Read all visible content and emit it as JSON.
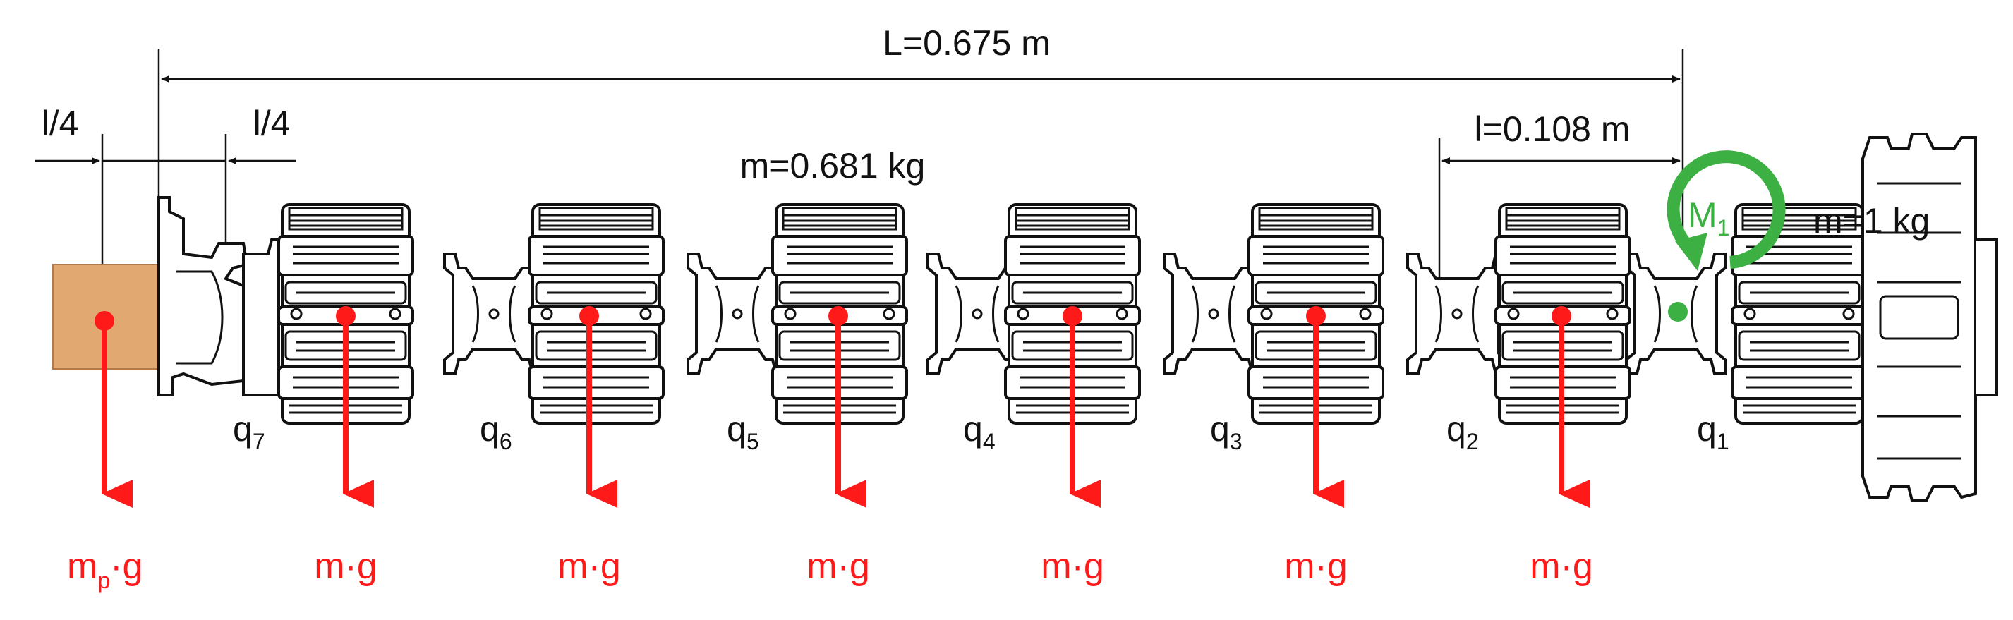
{
  "dimensions": {
    "total_length": "L=0.675 m",
    "link_length": "l=0.108 m",
    "quarter_left": "l/4",
    "quarter_right": "l/4",
    "link_mass": "m=0.681 kg",
    "end_mass": "m",
    "end_mass_suffix": "=1 kg"
  },
  "joints": [
    {
      "base": "q",
      "sub": "1"
    },
    {
      "base": "q",
      "sub": "2"
    },
    {
      "base": "q",
      "sub": "3"
    },
    {
      "base": "q",
      "sub": "4"
    },
    {
      "base": "q",
      "sub": "5"
    },
    {
      "base": "q",
      "sub": "6"
    },
    {
      "base": "q",
      "sub": "7"
    }
  ],
  "forces": {
    "payload": {
      "base": "m",
      "sub": "p",
      "suffix": "·g"
    },
    "links": [
      "m·g",
      "m·g",
      "m·g",
      "m·g",
      "m·g",
      "m·g"
    ]
  },
  "moment": {
    "base": "M",
    "sub": "1"
  },
  "colors": {
    "force": "#ff1a1a",
    "moment": "#3cb043",
    "payload": "#e2a872",
    "line": "#111111"
  }
}
